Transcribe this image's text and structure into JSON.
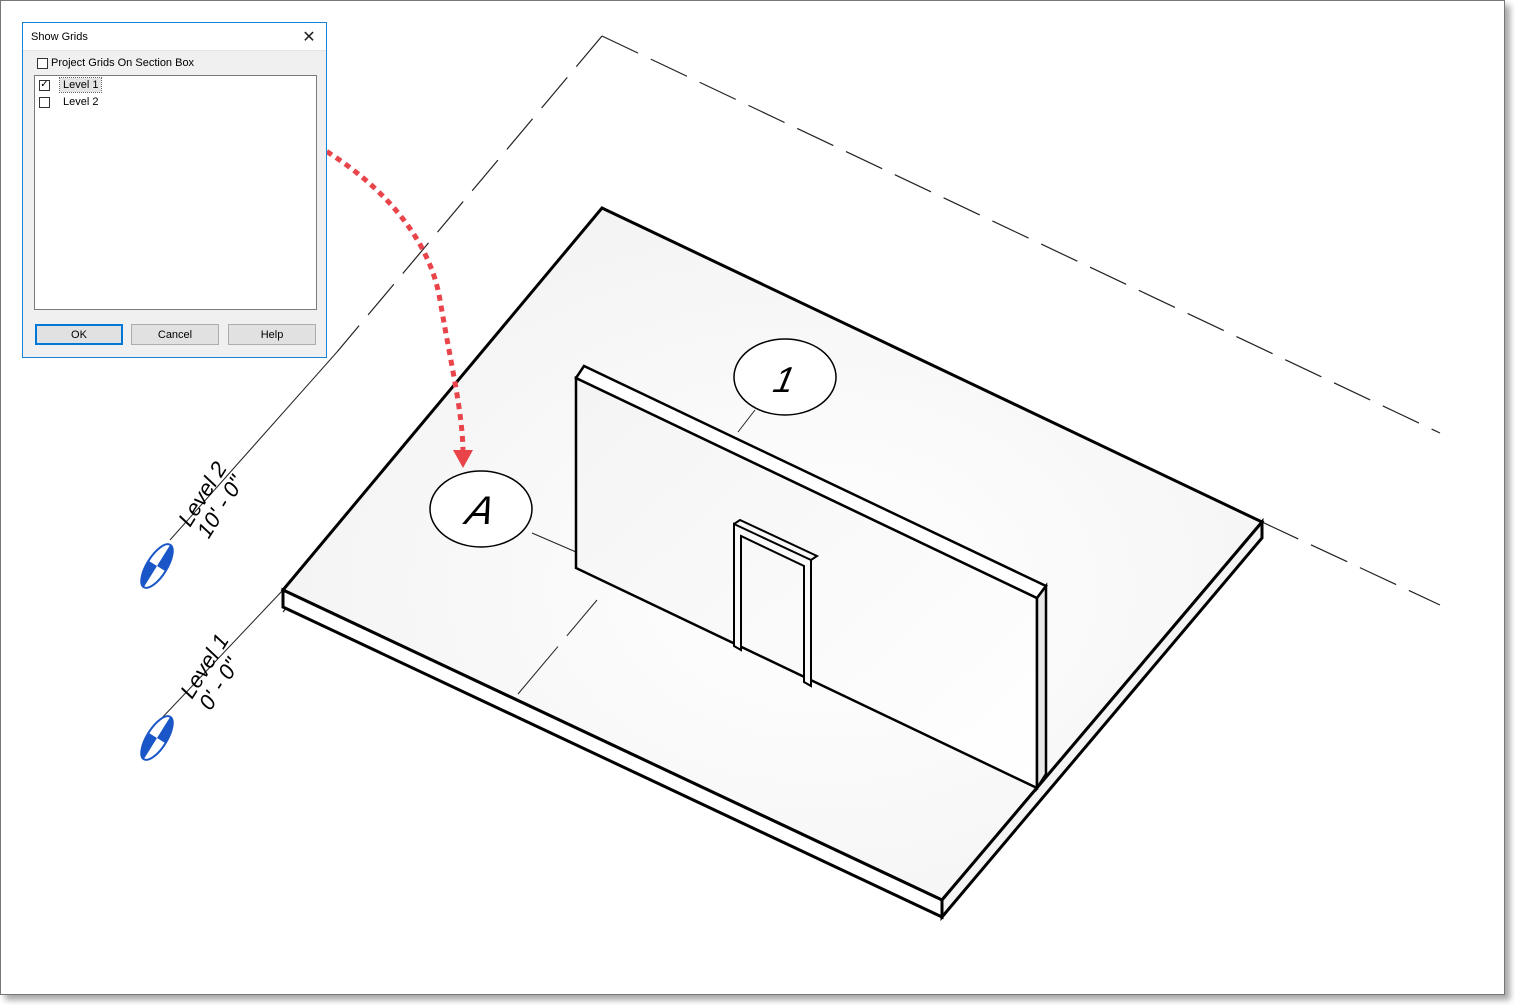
{
  "dialog": {
    "title": "Show Grids",
    "close_glyph": "✕",
    "project_grids_checkbox": {
      "label": "Project Grids On Section Box",
      "checked": false
    },
    "levels": [
      {
        "label": "Level 1",
        "checked": true,
        "selected": true
      },
      {
        "label": "Level 2",
        "checked": false,
        "selected": false
      }
    ],
    "buttons": {
      "ok": "OK",
      "cancel": "Cancel",
      "help": "Help"
    }
  },
  "view": {
    "grid_bubbles": {
      "grid_a": "A",
      "grid_1": "1"
    },
    "level_markers": [
      {
        "name": "Level 2",
        "elevation": "10' - 0\""
      },
      {
        "name": "Level 1",
        "elevation": "0' - 0\""
      }
    ]
  },
  "colors": {
    "annotation_arrow": "#e8444a",
    "level_marker": "#1a56c8",
    "dialog_border": "#1883d7",
    "button_default_border": "#0078d7"
  }
}
